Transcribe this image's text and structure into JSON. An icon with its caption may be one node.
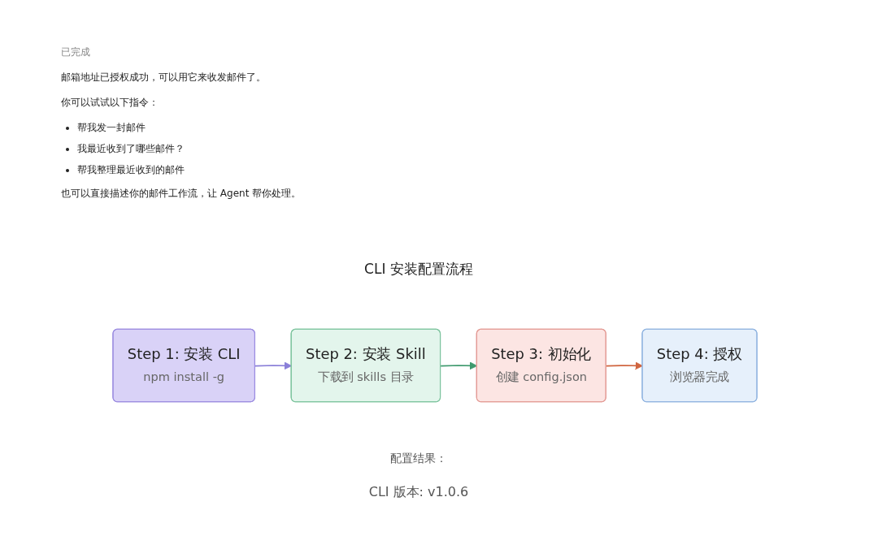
{
  "diagram": {
    "title": "CLI 安装配置流程",
    "nodes": [
      {
        "text": [
          "Step 1: 安装 CLI",
          "npm install -g"
        ]
      },
      {
        "text": [
          "Step 2: 安装 Skill",
          "下载到 skills 目录"
        ]
      },
      {
        "text": [
          "Step 3: 初始化",
          "创建 config.json"
        ]
      },
      {
        "text": [
          "Step 4: 授权",
          "浏览器完成"
        ]
      }
    ],
    "edges": [
      {
        "from": 0,
        "to": 1,
        "arrow": "to",
        "color": "#8a7fd8"
      },
      {
        "from": 1,
        "to": 2,
        "arrow": "to",
        "color": "#3f9a6e"
      },
      {
        "from": 2,
        "to": 3,
        "arrow": "to",
        "color": "#d0653f"
      }
    ],
    "labels": [
      "已完成",
      "邮箱地址已授权成功，可以用它来收发邮件了。",
      "你可以试试以下指令：",
      "帮我发一封邮件",
      "我最近收到了哪些邮件？",
      "帮我整理最近收到的邮件",
      "也可以直接描述你的邮件工作流，让 Agent 帮你处理。",
      "配置结果：",
      "CLI 版本: v1.0.6"
    ]
  }
}
